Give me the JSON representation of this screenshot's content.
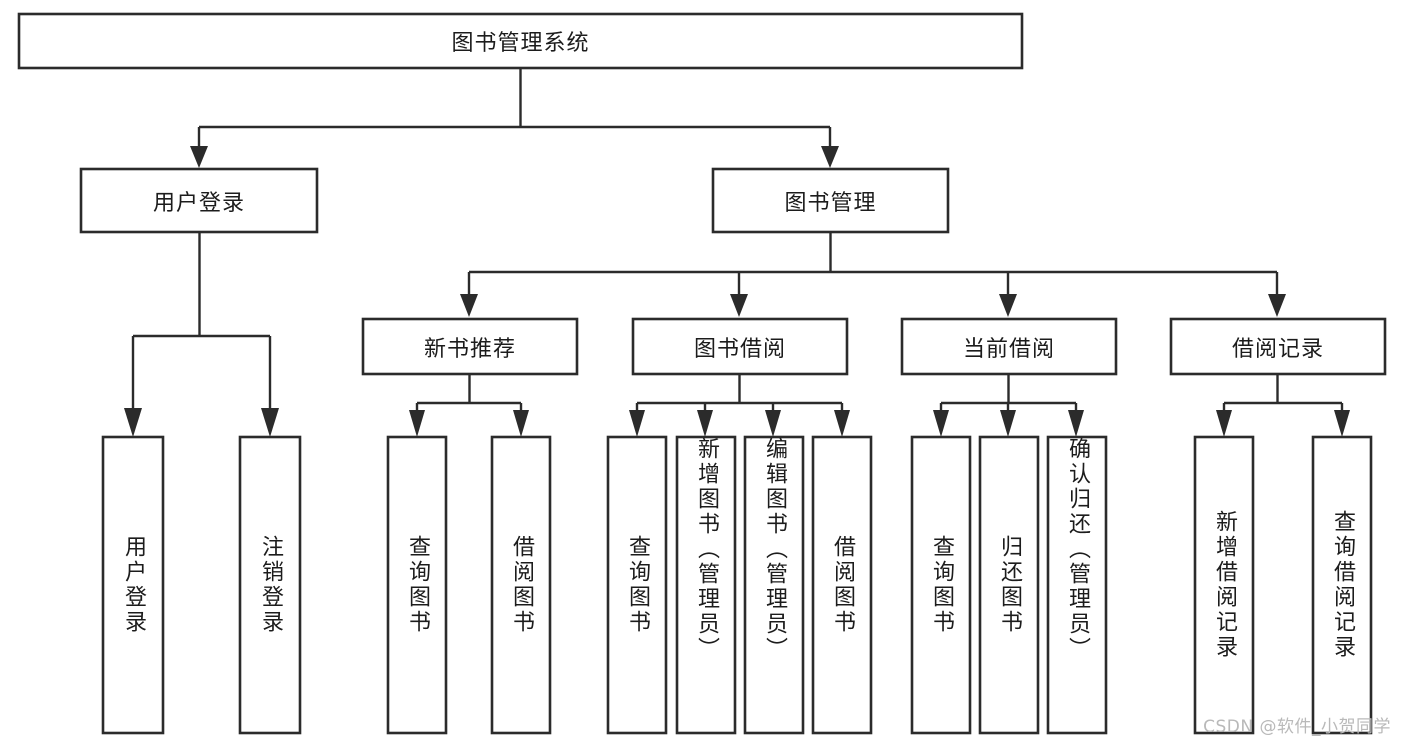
{
  "diagram": {
    "type": "tree",
    "title": "图书管理系统",
    "watermark": "CSDN @软件_小贺同学",
    "colors": {
      "box_stroke": "#2b2b2b",
      "box_fill": "#ffffff",
      "text": "#1c1c1c",
      "background": "#ffffff",
      "watermark": "#b9b9b9"
    },
    "nodes": {
      "root": {
        "label": "图书管理系统",
        "level": 0,
        "orientation": "horizontal"
      },
      "l1": [
        {
          "id": "user-login",
          "label": "用户登录",
          "orientation": "horizontal"
        },
        {
          "id": "book-manage",
          "label": "图书管理",
          "orientation": "horizontal"
        }
      ],
      "l2": [
        {
          "id": "new-book-recommend",
          "label": "新书推荐",
          "orientation": "horizontal"
        },
        {
          "id": "book-borrow",
          "label": "图书借阅",
          "orientation": "horizontal"
        },
        {
          "id": "current-borrow",
          "label": "当前借阅",
          "orientation": "horizontal"
        },
        {
          "id": "borrow-record",
          "label": "借阅记录",
          "orientation": "horizontal"
        }
      ],
      "leaves": {
        "user-login": [
          {
            "id": "leaf-user-login",
            "label": "用户登录",
            "orientation": "vertical"
          },
          {
            "id": "leaf-logout-login",
            "label": "注销登录",
            "orientation": "vertical"
          }
        ],
        "new-book-recommend": [
          {
            "id": "leaf-query-book-1",
            "label": "查询图书",
            "orientation": "vertical"
          },
          {
            "id": "leaf-borrow-book-1",
            "label": "借阅图书",
            "orientation": "vertical"
          }
        ],
        "book-borrow": [
          {
            "id": "leaf-query-book-2",
            "label": "查询图书",
            "orientation": "vertical"
          },
          {
            "id": "leaf-add-book",
            "label": "新增图书（管理员）",
            "orientation": "vertical"
          },
          {
            "id": "leaf-edit-book",
            "label": "编辑图书（管理员）",
            "orientation": "vertical"
          },
          {
            "id": "leaf-borrow-book-2",
            "label": "借阅图书",
            "orientation": "vertical"
          }
        ],
        "current-borrow": [
          {
            "id": "leaf-query-book-3",
            "label": "查询图书",
            "orientation": "vertical"
          },
          {
            "id": "leaf-return-book",
            "label": "归还图书",
            "orientation": "vertical"
          },
          {
            "id": "leaf-confirm-return",
            "label": "确认归还（管理员）",
            "orientation": "vertical"
          }
        ],
        "borrow-record": [
          {
            "id": "leaf-add-record",
            "label": "新增借阅记录",
            "orientation": "vertical"
          },
          {
            "id": "leaf-query-record",
            "label": "查询借阅记录",
            "orientation": "vertical"
          }
        ]
      }
    }
  }
}
